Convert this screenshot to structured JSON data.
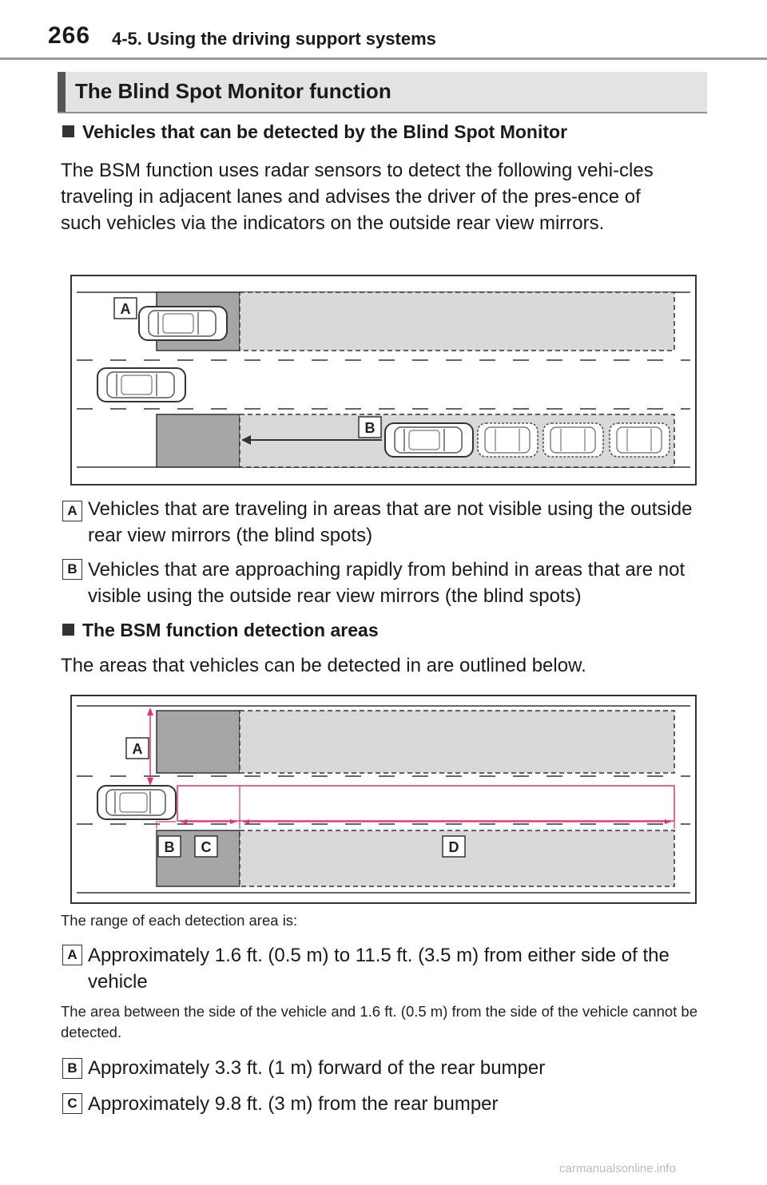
{
  "header": {
    "page_number": "266",
    "chapter": "4-5. Using the driving support systems"
  },
  "section_title": "The Blind Spot Monitor function",
  "subsection1": {
    "heading": "Vehicles that can be detected by the Blind Spot Monitor",
    "paragraph": "The BSM function uses radar sensors to detect the following vehi-cles traveling in adjacent lanes and advises the driver of the pres-ence of such vehicles via the indicators on the outside rear view mirrors.",
    "figure_labels": {
      "a": "A",
      "b": "B"
    },
    "items": [
      {
        "label": "A",
        "text": "Vehicles that are traveling in areas that are not visible using the outside rear view mirrors (the blind spots)"
      },
      {
        "label": "B",
        "text": "Vehicles that are approaching rapidly from behind in areas that are not visible using the outside rear view mirrors (the blind spots)"
      }
    ]
  },
  "subsection2": {
    "heading": "The BSM function detection areas",
    "paragraph": "The areas that vehicles can be detected in are outlined below.",
    "figure_labels": {
      "a": "A",
      "b": "B",
      "c": "C",
      "d": "D"
    },
    "range_intro": "The range of each detection area is:",
    "items": [
      {
        "label": "A",
        "text": "Approximately 1.6 ft. (0.5 m) to 11.5 ft. (3.5 m) from either side of the vehicle",
        "note": "The area between the side of the vehicle and 1.6 ft. (0.5 m) from the side of the vehicle cannot be detected."
      },
      {
        "label": "B",
        "text": "Approximately 3.3 ft. (1 m) forward of the rear bumper"
      },
      {
        "label": "C",
        "text": "Approximately 9.8 ft. (3 m) from the rear bumper"
      }
    ]
  },
  "footer": "carmanualsonline.info",
  "colors": {
    "accent_magenta": "#e0327a",
    "zone_dark": "#a6a6a6",
    "zone_light": "#d9d9d9",
    "header_bar": "#e3e3e3"
  }
}
